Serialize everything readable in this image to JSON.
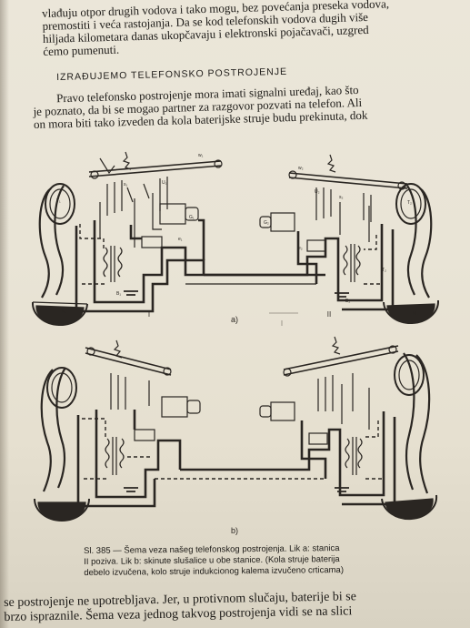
{
  "top_paragraph": [
    "vlađuju otpor drugih vodova i tako mogu, bez povećanja preseka vodova,",
    "premostiti i veća rastojanja. Da se kod telefonskih vodova dugih više",
    "hiljada kilometara danas ukopčavaju i elektronski pojačavači, uzgred",
    "ćemo pumenuti."
  ],
  "section_heading": "IZRAĐUJEMO TELEFONSKO POSTROJENJE",
  "intro_paragraph": [
    "Pravo telefonsko postrojenje mora imati signalni uređaj, kao što",
    "je poznato, da bi se mogao partner za razgovor pozvati na telefon. Ali",
    "on mora biti tako izveden da kola baterijske struje budu prekinuta, dok"
  ],
  "figure": {
    "label_a": "a)",
    "label_b": "b)",
    "station_1": "I",
    "station_2": "II"
  },
  "caption": [
    "Sl. 385 — Šema veza našeg telefonskog postrojenja. Lik a: stanica",
    "II poziva. Lik b: skinute slušalice u obe stanice. (Kola struje baterija",
    "debelo izvučena, kolo struje indukcionog kalema izvučeno crticama)"
  ],
  "bottom_paragraph": [
    "se postrojenje ne upotrebljava. Jer, u protivnom slučaju, baterije bi se",
    "brzo ispraznile. Šema veza jednog takvog postrojenja vidi se na slici"
  ]
}
